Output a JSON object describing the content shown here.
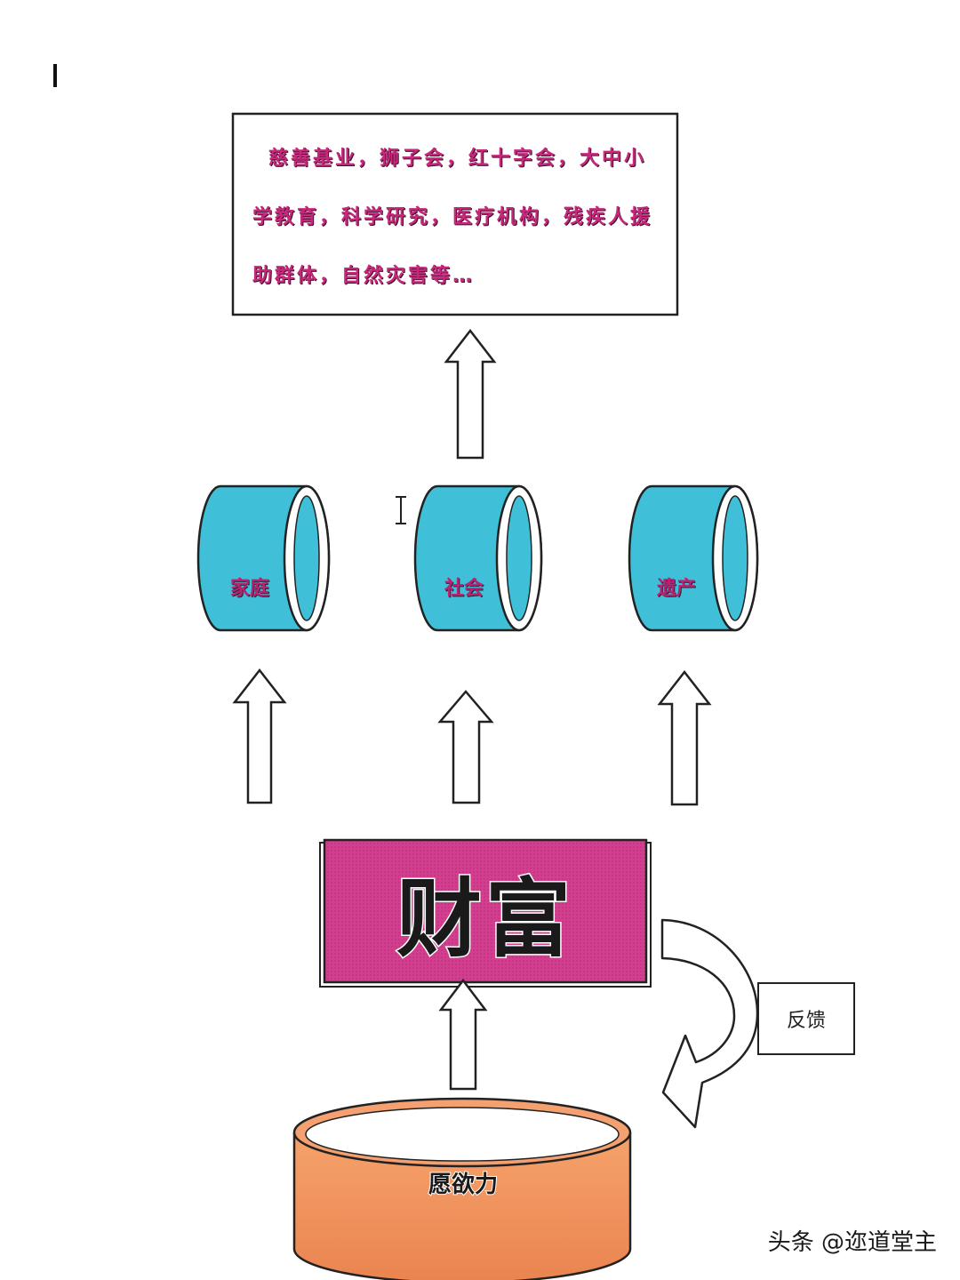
{
  "top_box": {
    "text": "慈善基业，狮子会，红十字会，大中小学教育，科学研究，医疗机构，残疾人援助群体，自然灾害等…"
  },
  "cylinders": [
    {
      "label": "家庭"
    },
    {
      "label": "社会"
    },
    {
      "label": "遗产"
    }
  ],
  "wealth": {
    "label": "财富"
  },
  "feedback": {
    "label": "反馈"
  },
  "willpower": {
    "label": "愿欲力"
  },
  "watermark": {
    "text": "头条 @迩道堂主"
  },
  "colors": {
    "cylinder_fill": "#3fc0d8",
    "wealth_fill": "#d23f8e",
    "willpower_fill": "#f0905a",
    "text_magenta": "#c8287a"
  }
}
